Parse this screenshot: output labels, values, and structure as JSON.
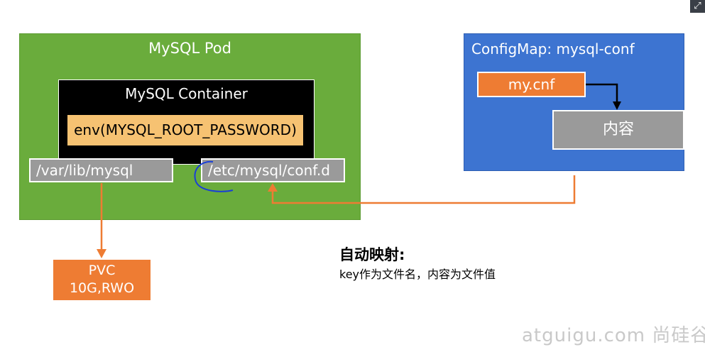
{
  "pod": {
    "title": "MySQL Pod"
  },
  "container": {
    "title": "MySQL Container",
    "env": "env(MYSQL_ROOT_PASSWORD)"
  },
  "mounts": {
    "data": "/var/lib/mysql",
    "config": "/etc/mysql/conf.d"
  },
  "configmap": {
    "title": "ConfigMap: mysql-conf",
    "key": "my.cnf",
    "value": "内容"
  },
  "pvc": {
    "line1": "PVC",
    "line2": "10G,RWO"
  },
  "note": {
    "title": "自动映射:",
    "body": "key作为文件名，内容为文件值"
  },
  "watermark": "atguigu.com 尚硅谷",
  "colors": {
    "pod": "#6aac3c",
    "configmap": "#3d74d1",
    "accent": "#ee7c33",
    "env": "#f6c272",
    "mount": "#9a9a9a"
  },
  "icons": {
    "expand": "expand-icon"
  }
}
